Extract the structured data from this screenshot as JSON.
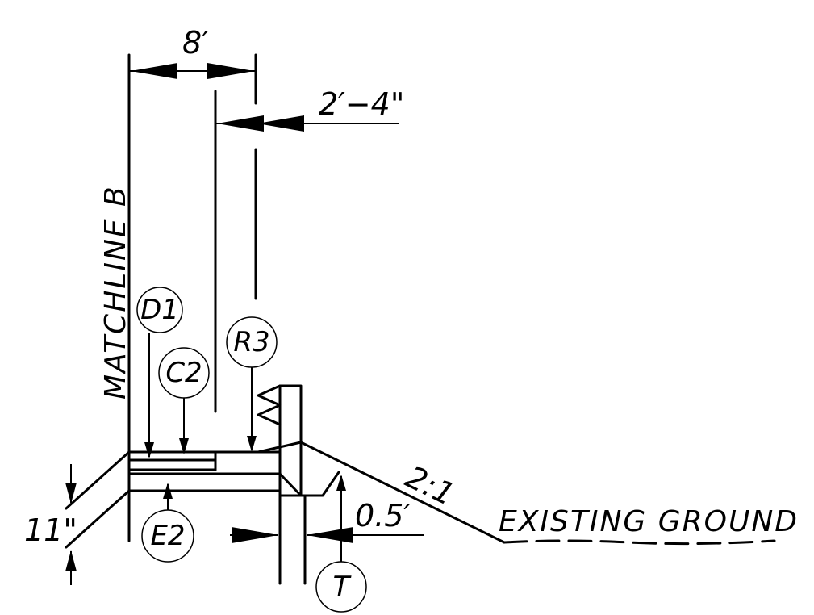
{
  "dimensions": {
    "width_top": "8′",
    "offset_top": "2′−4\"",
    "height_left": "11\"",
    "thickness": "0.5′",
    "slope": "2:1"
  },
  "matchline": "MATCHLINE  B",
  "ground_label": "EXISTING GROUND",
  "callouts": {
    "d1": "D1",
    "c2": "C2",
    "r3": "R3",
    "e2": "E2",
    "t": "T"
  }
}
